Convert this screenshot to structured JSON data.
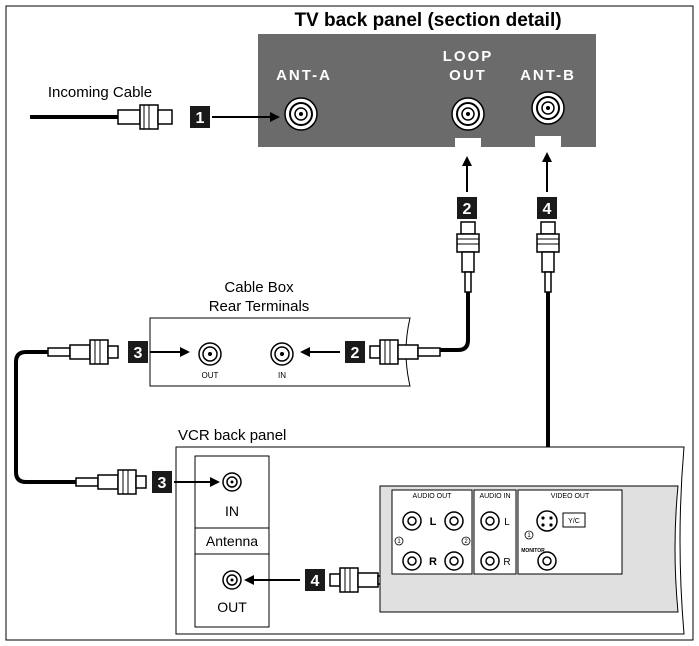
{
  "diagram": {
    "title": "TV back panel (section detail)",
    "incoming_cable_label": "Incoming Cable",
    "tv_panel": {
      "ant_a": "ANT-A",
      "loop_out_line1": "LOOP",
      "loop_out_line2": "OUT",
      "ant_b": "ANT-B"
    },
    "cable_box": {
      "label_line1": "Cable Box",
      "label_line2": "Rear Terminals",
      "out_label": "OUT",
      "in_label": "IN"
    },
    "vcr": {
      "label": "VCR back panel",
      "in_label": "IN",
      "antenna_label": "Antenna",
      "out_label": "OUT",
      "audio_out": "AUDIO OUT",
      "audio_in": "AUDIO IN",
      "video_out": "VIDEO OUT",
      "l": "L",
      "r": "R",
      "one": "1",
      "two": "2",
      "yc": "Y/C",
      "monitor": "MONITOR"
    },
    "steps": {
      "s1": "1",
      "s2a": "2",
      "s2b": "2",
      "s3a": "3",
      "s3b": "3",
      "s4a": "4",
      "s4b": "4"
    },
    "colors": {
      "tv_panel": "#6b6b6b",
      "cable": "#000000",
      "badge": "#1a1a1a"
    }
  }
}
